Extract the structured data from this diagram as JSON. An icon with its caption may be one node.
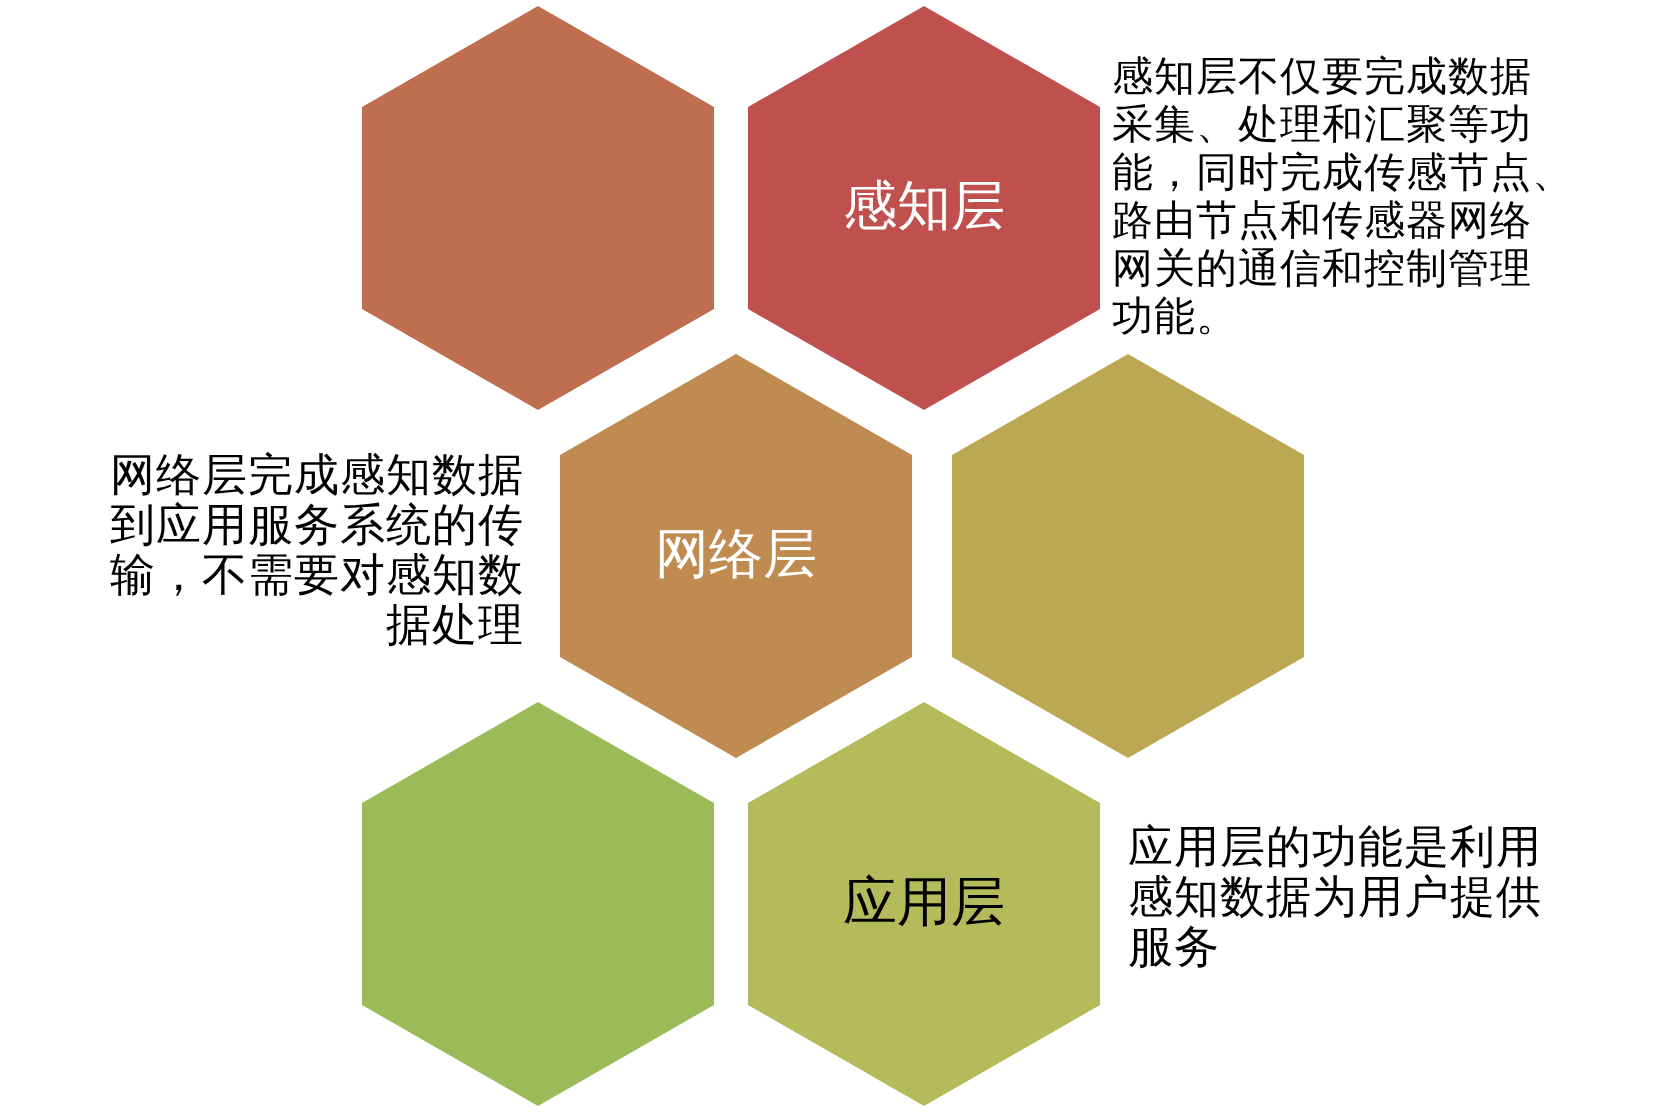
{
  "diagram": {
    "nodes": [
      {
        "text": [],
        "shape": "hexagon"
      },
      {
        "text": [
          "感知层"
        ],
        "beside": [
          "感知层不仅要完成数据采集、处理和汇聚等功能，同时完成传感节点、路由节点和传感器网络网关的通信和控制管理功能。"
        ]
      },
      {
        "text": [
          "网络层"
        ],
        "beside": [
          "网络层完成感知数据到应用服务系统的传输，不需要对感知数据处理"
        ]
      },
      {
        "text": [],
        "shape": "hexagon"
      },
      {
        "text": [],
        "shape": "hexagon"
      },
      {
        "text": [
          "应用层"
        ],
        "beside": [
          "应用层的功能是利用感知数据为用户提供服务"
        ]
      }
    ]
  }
}
